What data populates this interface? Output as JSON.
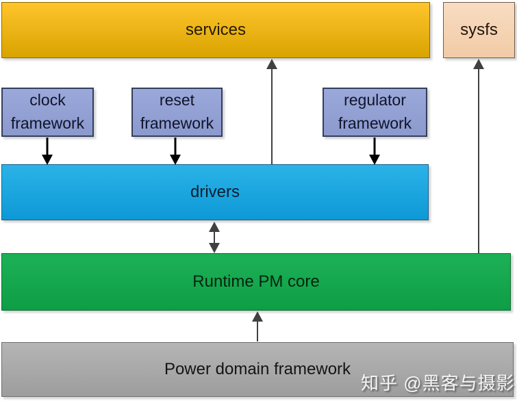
{
  "boxes": {
    "services": "services",
    "sysfs": "sysfs",
    "clock_framework": "clock framework",
    "reset_framework": "reset framework",
    "regulator_framework": "regulator framework",
    "drivers": "drivers",
    "runtime_pm_core": "Runtime PM core",
    "power_domain_framework": "Power domain framework"
  },
  "watermark": "知乎 @黑客与摄影师",
  "colors": {
    "services_fill_top": "#ffc52d",
    "services_fill_bottom": "#d9a300",
    "sysfs_fill": "#f5d3b3",
    "framework_fill": "#93a1d4",
    "drivers_fill_top": "#2bb3e8",
    "drivers_fill_bottom": "#0d99d6",
    "runtime_pm_fill": "#14a84e",
    "power_domain_fill": "#a9a9a9",
    "small_arrow": "#000000",
    "long_arrow": "#404040"
  }
}
